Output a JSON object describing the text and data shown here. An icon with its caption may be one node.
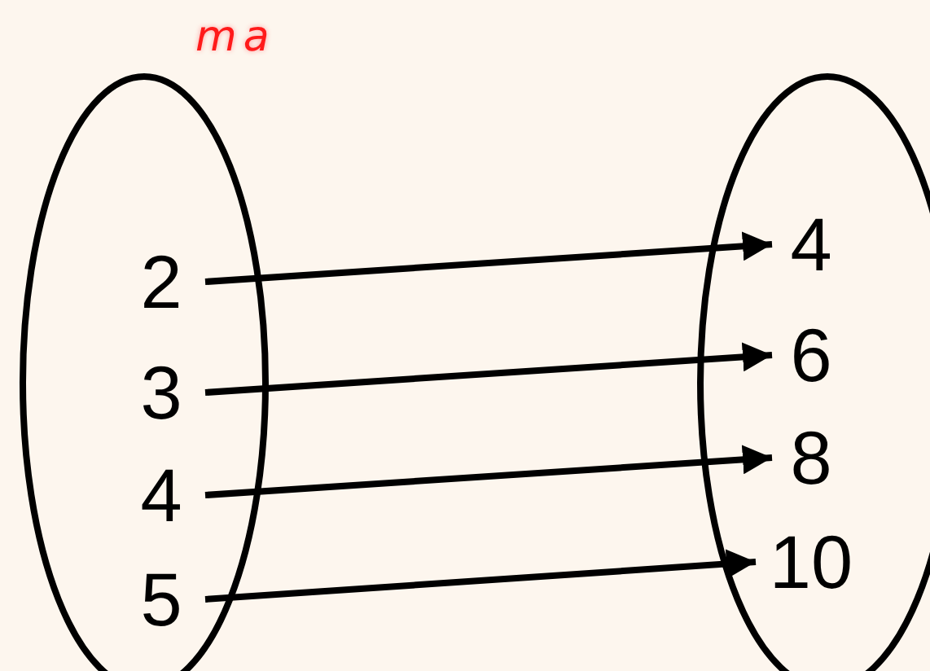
{
  "diagram": {
    "nodes": [
      {
        "text": [],
        "shape": "ellipse"
      },
      {
        "text": [
          "2"
        ],
        "in": 0
      },
      {
        "text": [
          "3"
        ],
        "in": 0
      },
      {
        "text": [
          "4"
        ],
        "in": 0
      },
      {
        "text": [
          "5"
        ],
        "in": 0
      },
      {
        "text": [],
        "shape": "ellipse"
      },
      {
        "text": [
          "4"
        ],
        "in": 5
      },
      {
        "text": [
          "6"
        ],
        "in": 5
      },
      {
        "text": [
          "8"
        ],
        "in": 5
      },
      {
        "text": [
          "10"
        ],
        "in": 5
      }
    ],
    "edges": [
      {
        "from": 1,
        "to": 6,
        "arrow": "to"
      },
      {
        "from": 2,
        "to": 7,
        "arrow": "to"
      },
      {
        "from": 3,
        "to": 8,
        "arrow": "to"
      },
      {
        "from": 4,
        "to": 9,
        "arrow": "to"
      }
    ],
    "labels": [
      "ma"
    ]
  }
}
